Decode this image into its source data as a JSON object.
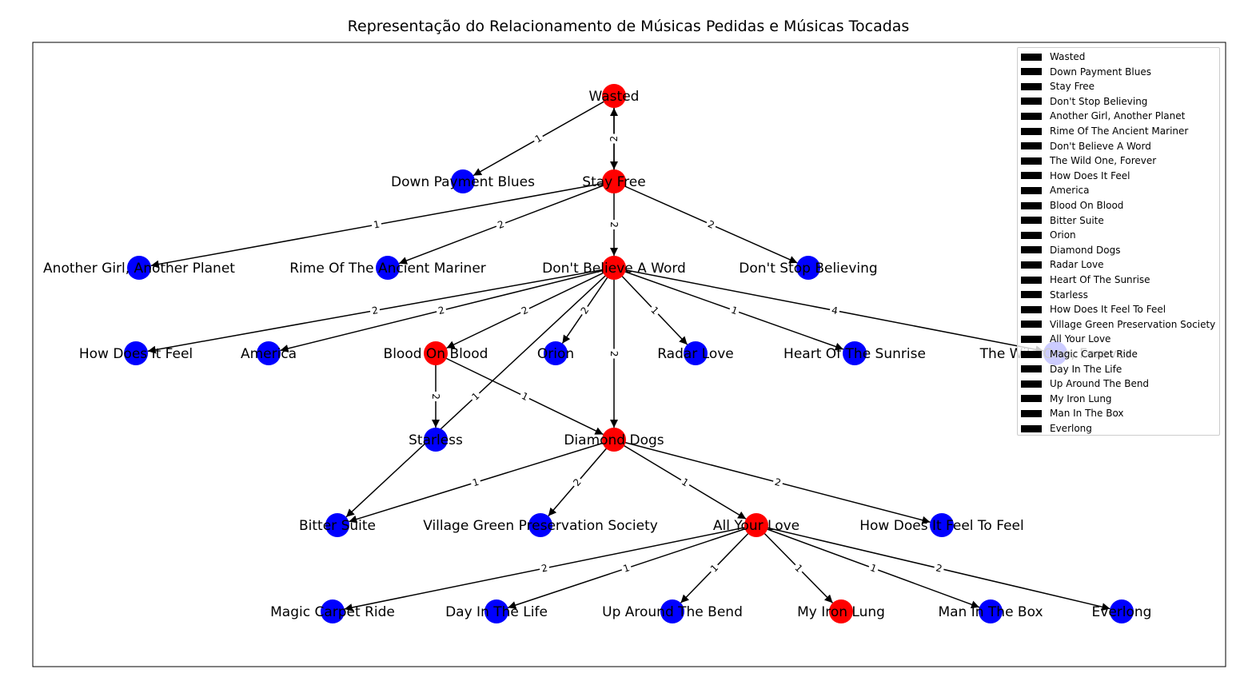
{
  "title": "Representação do Relacionamento de Músicas Pedidas e Músicas Tocadas",
  "colors": {
    "requested": "#ff0000",
    "played": "#0000ff",
    "edge": "#000000"
  },
  "nodes": [
    {
      "id": "wasted",
      "label": "Wasted",
      "color": "red"
    },
    {
      "id": "down-payment-blues",
      "label": "Down Payment Blues",
      "color": "blue"
    },
    {
      "id": "stay-free",
      "label": "Stay Free",
      "color": "red"
    },
    {
      "id": "another-girl",
      "label": "Another Girl, Another Planet",
      "color": "blue"
    },
    {
      "id": "rime",
      "label": "Rime Of The Ancient Mariner",
      "color": "blue"
    },
    {
      "id": "dont-believe",
      "label": "Don't Believe A Word",
      "color": "red"
    },
    {
      "id": "dont-stop",
      "label": "Don't Stop Believing",
      "color": "blue"
    },
    {
      "id": "how-does-it-feel",
      "label": "How Does It Feel",
      "color": "blue"
    },
    {
      "id": "america",
      "label": "America",
      "color": "blue"
    },
    {
      "id": "blood-on-blood",
      "label": "Blood On Blood",
      "color": "red"
    },
    {
      "id": "orion",
      "label": "Orion",
      "color": "blue"
    },
    {
      "id": "radar-love",
      "label": "Radar Love",
      "color": "blue"
    },
    {
      "id": "heart-sunrise",
      "label": "Heart Of The Sunrise",
      "color": "blue"
    },
    {
      "id": "wild-one",
      "label": "The Wild One, Forever",
      "color": "blue"
    },
    {
      "id": "starless",
      "label": "Starless",
      "color": "blue"
    },
    {
      "id": "diamond-dogs",
      "label": "Diamond Dogs",
      "color": "red"
    },
    {
      "id": "bitter-suite",
      "label": "Bitter Suite",
      "color": "blue"
    },
    {
      "id": "village-green",
      "label": "Village Green Preservation Society",
      "color": "blue"
    },
    {
      "id": "all-your-love",
      "label": "All Your Love",
      "color": "red"
    },
    {
      "id": "how-does-feel-to-feel",
      "label": "How Does It Feel To Feel",
      "color": "blue"
    },
    {
      "id": "magic-carpet",
      "label": "Magic Carpet Ride",
      "color": "blue"
    },
    {
      "id": "day-in-life",
      "label": "Day In The Life",
      "color": "blue"
    },
    {
      "id": "up-around",
      "label": "Up Around The Bend",
      "color": "blue"
    },
    {
      "id": "my-iron-lung",
      "label": "My Iron Lung",
      "color": "red"
    },
    {
      "id": "man-in-box",
      "label": "Man In The Box",
      "color": "blue"
    },
    {
      "id": "everlong",
      "label": "Everlong",
      "color": "blue"
    }
  ],
  "edges": [
    {
      "from": "wasted",
      "to": "down-payment-blues",
      "weight": "1"
    },
    {
      "from": "wasted",
      "to": "stay-free",
      "weight": "2"
    },
    {
      "from": "stay-free",
      "to": "wasted",
      "weight": "2"
    },
    {
      "from": "stay-free",
      "to": "another-girl",
      "weight": "1"
    },
    {
      "from": "stay-free",
      "to": "rime",
      "weight": "2"
    },
    {
      "from": "stay-free",
      "to": "dont-believe",
      "weight": "2"
    },
    {
      "from": "stay-free",
      "to": "dont-stop",
      "weight": "2"
    },
    {
      "from": "dont-believe",
      "to": "how-does-it-feel",
      "weight": "2"
    },
    {
      "from": "dont-believe",
      "to": "america",
      "weight": "2"
    },
    {
      "from": "dont-believe",
      "to": "blood-on-blood",
      "weight": "2"
    },
    {
      "from": "dont-believe",
      "to": "orion",
      "weight": "2"
    },
    {
      "from": "dont-believe",
      "to": "diamond-dogs",
      "weight": "2"
    },
    {
      "from": "dont-believe",
      "to": "radar-love",
      "weight": "1"
    },
    {
      "from": "dont-believe",
      "to": "heart-sunrise",
      "weight": "1"
    },
    {
      "from": "dont-believe",
      "to": "wild-one",
      "weight": "4"
    },
    {
      "from": "dont-believe",
      "to": "bitter-suite",
      "weight": "1"
    },
    {
      "from": "blood-on-blood",
      "to": "starless",
      "weight": "2"
    },
    {
      "from": "blood-on-blood",
      "to": "diamond-dogs",
      "weight": "1"
    },
    {
      "from": "diamond-dogs",
      "to": "bitter-suite",
      "weight": "1"
    },
    {
      "from": "diamond-dogs",
      "to": "village-green",
      "weight": "2"
    },
    {
      "from": "diamond-dogs",
      "to": "all-your-love",
      "weight": "1"
    },
    {
      "from": "diamond-dogs",
      "to": "how-does-feel-to-feel",
      "weight": "2"
    },
    {
      "from": "all-your-love",
      "to": "magic-carpet",
      "weight": "2"
    },
    {
      "from": "all-your-love",
      "to": "day-in-life",
      "weight": "1"
    },
    {
      "from": "all-your-love",
      "to": "up-around",
      "weight": "1"
    },
    {
      "from": "all-your-love",
      "to": "my-iron-lung",
      "weight": "1"
    },
    {
      "from": "all-your-love",
      "to": "man-in-box",
      "weight": "1"
    },
    {
      "from": "all-your-love",
      "to": "everlong",
      "weight": "2"
    }
  ],
  "legend": [
    "Wasted",
    "Down Payment Blues",
    "Stay Free",
    "Don't Stop Believing",
    "Another Girl, Another Planet",
    "Rime Of The Ancient Mariner",
    "Don't Believe A Word",
    "The Wild One, Forever",
    "How Does It Feel",
    "America",
    "Blood On Blood",
    "Bitter Suite",
    "Orion",
    "Diamond Dogs",
    "Radar Love",
    "Heart Of The Sunrise",
    "Starless",
    "How Does It Feel To Feel",
    "Village Green Preservation Society",
    "All Your Love",
    "Magic Carpet Ride",
    "Day In The Life",
    "Up Around The Bend",
    "My Iron Lung",
    "Man In The Box",
    "Everlong"
  ]
}
